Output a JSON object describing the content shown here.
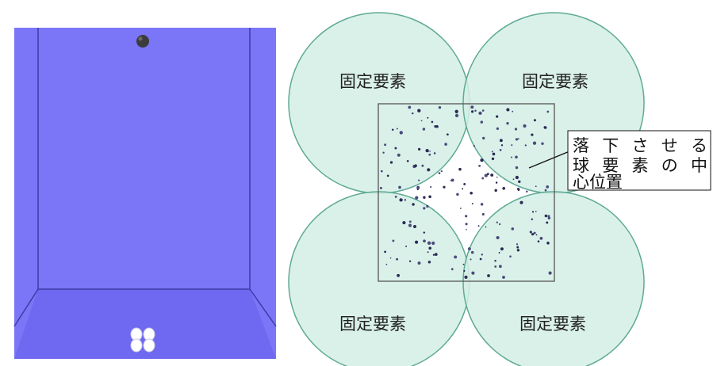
{
  "left_panel": {
    "background_color": "#7b76f7",
    "floor_color": "#6b66ef",
    "edge_color": "#3f3aa6",
    "ball_color": "#3c3c3c"
  },
  "right_panel": {
    "fixed_element_label": "固定要素",
    "fixed_elements": [
      {
        "label": "固定要素"
      },
      {
        "label": "固定要素"
      },
      {
        "label": "固定要素"
      },
      {
        "label": "固定要素"
      }
    ],
    "circle_fill": "#d3eee5",
    "circle_stroke": "#5faa96",
    "callout_lines": [
      "落下させる",
      "球要素の中",
      "心位置"
    ]
  }
}
